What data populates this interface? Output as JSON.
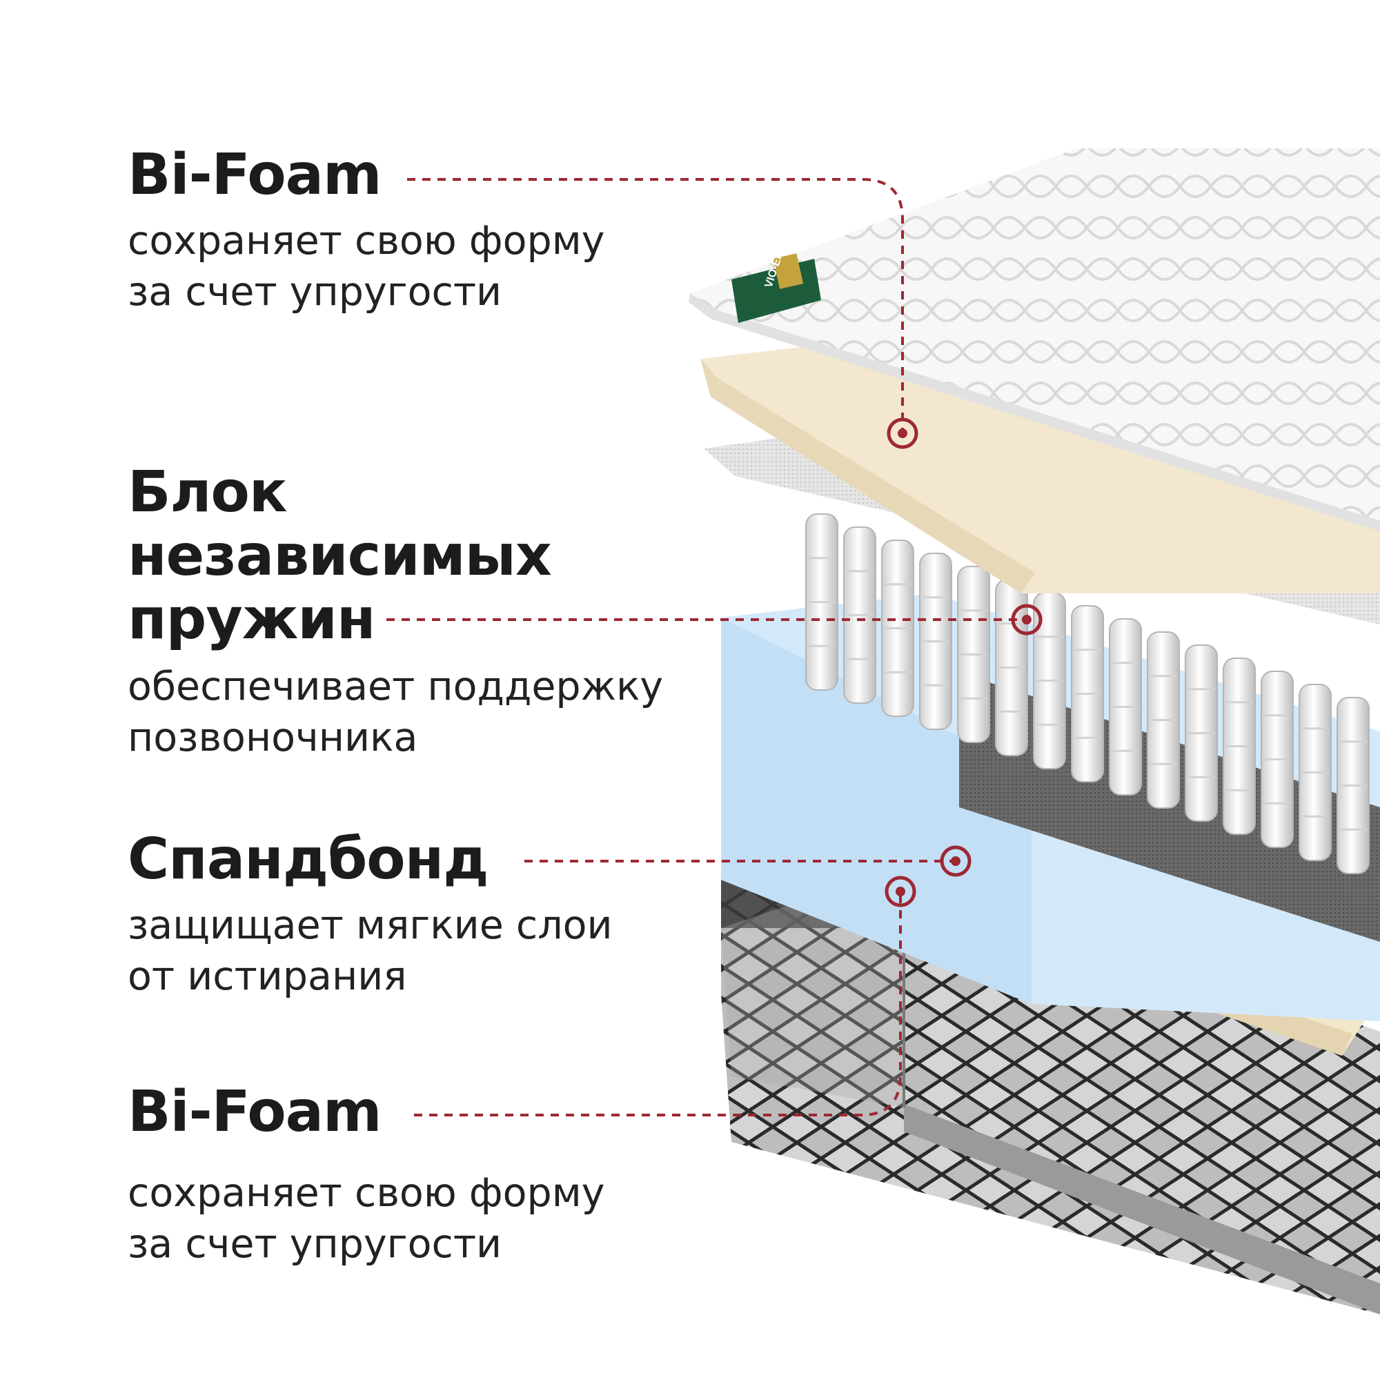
{
  "colors": {
    "accent": "#9e2833",
    "foam_cream": "#f3e8cf",
    "foam_blue": "#d3e9fa",
    "label_green": "#1d5c3a",
    "label_gold": "#c4a23c"
  },
  "brand": {
    "tag_text": "VIO-ERA"
  },
  "layers": [
    {
      "title_lines": [
        "Bi-Foam"
      ],
      "desc_lines": [
        "сохраняет свою форму",
        "за счет упругости"
      ]
    },
    {
      "title_lines": [
        "Блок",
        "независимых",
        "пружин"
      ],
      "desc_lines": [
        "обеспечивает поддержку",
        "позвоночника"
      ]
    },
    {
      "title_lines": [
        "Спандбонд"
      ],
      "desc_lines": [
        "защищает мягкие слои",
        "от истирания"
      ]
    },
    {
      "title_lines": [
        "Bi-Foam"
      ],
      "desc_lines": [
        "сохраняет свою форму",
        "за счет упругости"
      ]
    }
  ]
}
